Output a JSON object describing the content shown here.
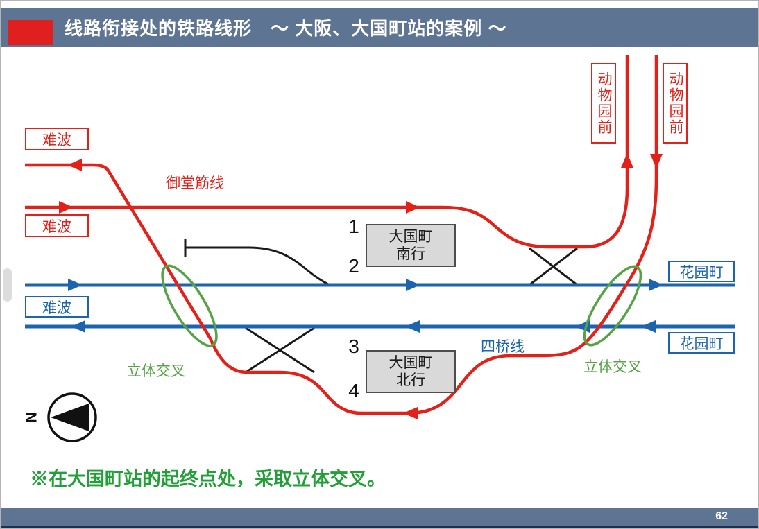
{
  "header": {
    "title": "线路衔接处的铁路线形　～ 大阪、大国町站的案例 ～"
  },
  "footer": {
    "page_number": "62"
  },
  "note_text": "※在大国町站的起终点处，采取立体交叉。",
  "labels": {
    "namba": "难波",
    "hanazonocho": "花园町",
    "dobutsuenmae": "动物园前",
    "midosuji_line": "御堂筋线",
    "yotsubashi_line": "四桥线",
    "grade_separation": "立体交叉",
    "compass_north": "N"
  },
  "station_boxes": {
    "south": {
      "name": "大国町",
      "direction": "南行"
    },
    "north": {
      "name": "大国町",
      "direction": "北行"
    }
  },
  "platforms": [
    "1",
    "2",
    "3",
    "4"
  ],
  "colors": {
    "header_bar": "#5d7493",
    "accent_red": "#e01f1f",
    "rail_red": "#e32119",
    "rail_blue": "#1c64ad",
    "rail_black": "#1a1a1a",
    "grade_green": "#55a344",
    "note_green": "#21a038",
    "station_fill": "#d9d9d9"
  }
}
